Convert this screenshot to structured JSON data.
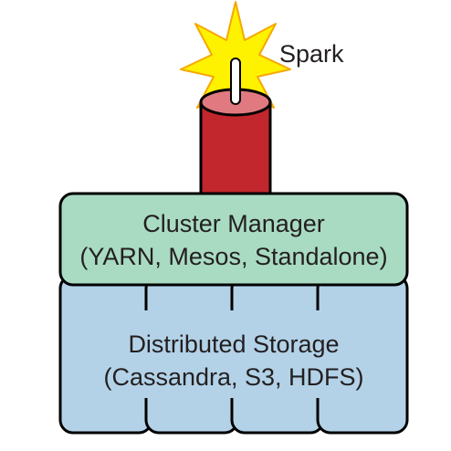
{
  "spark": {
    "label": "Spark"
  },
  "cluster_manager": {
    "title": "Cluster Manager",
    "subtitle": "(YARN, Mesos, Standalone)"
  },
  "distributed_storage": {
    "title": "Distributed Storage",
    "subtitle": "(Cassandra, S3, HDFS)"
  },
  "colors": {
    "spark_flame": "#fff200",
    "spark_flame_outline": "#f6a800",
    "candle_body": "#c1272d",
    "candle_highlight": "#e07a80",
    "cluster_manager_fill": "#a9dbc3",
    "distributed_storage_fill": "#b3d2e8",
    "outline": "#000000"
  }
}
